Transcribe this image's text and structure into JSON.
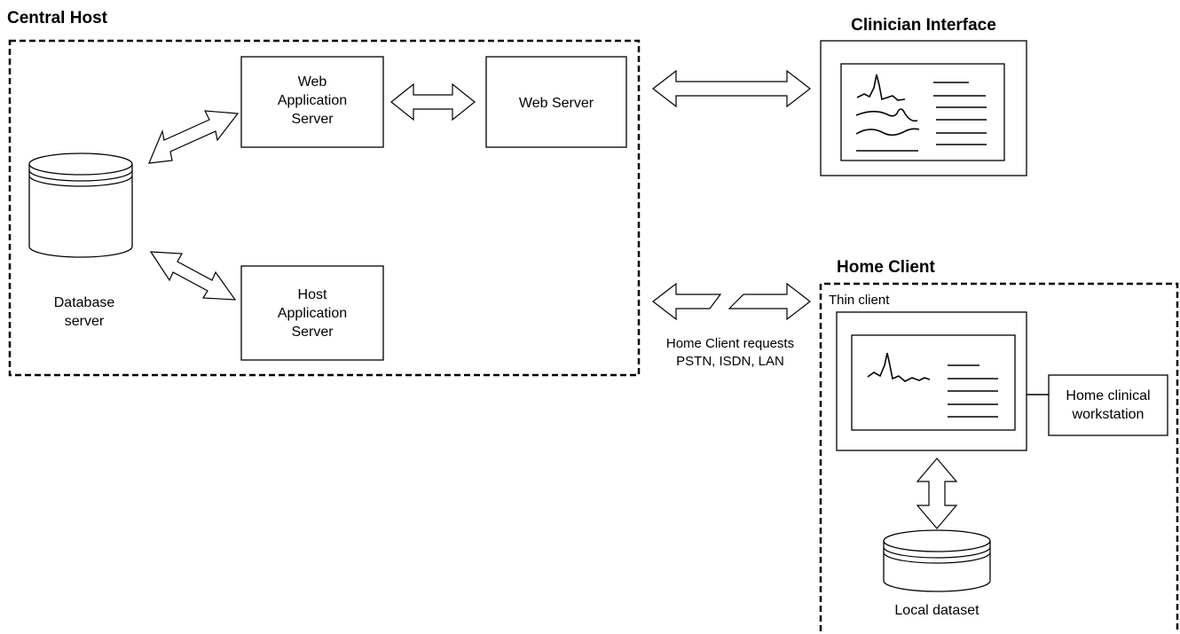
{
  "central_host": {
    "title": "Central Host",
    "web_app_server": [
      "Web",
      "Application",
      "Server"
    ],
    "web_server": "Web Server",
    "host_app_server": [
      "Host",
      "Application",
      "Server"
    ],
    "database_server": [
      "Database",
      "server"
    ]
  },
  "clinician_interface": {
    "title": "Clinician Interface"
  },
  "connection": {
    "label": [
      "Home Client requests",
      "PSTN, ISDN, LAN"
    ]
  },
  "home_client": {
    "title": "Home Client",
    "thin_client": "Thin client",
    "workstation": [
      "Home clinical",
      "workstation"
    ],
    "local_dataset": "Local dataset"
  }
}
